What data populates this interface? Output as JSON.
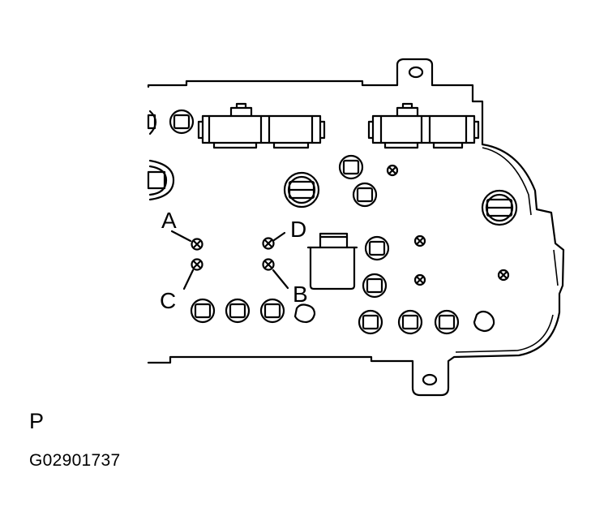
{
  "callouts": {
    "a": "A",
    "b": "B",
    "c": "C",
    "d": "D"
  },
  "caption": {
    "view": "P",
    "figure_id": "G02901737"
  }
}
